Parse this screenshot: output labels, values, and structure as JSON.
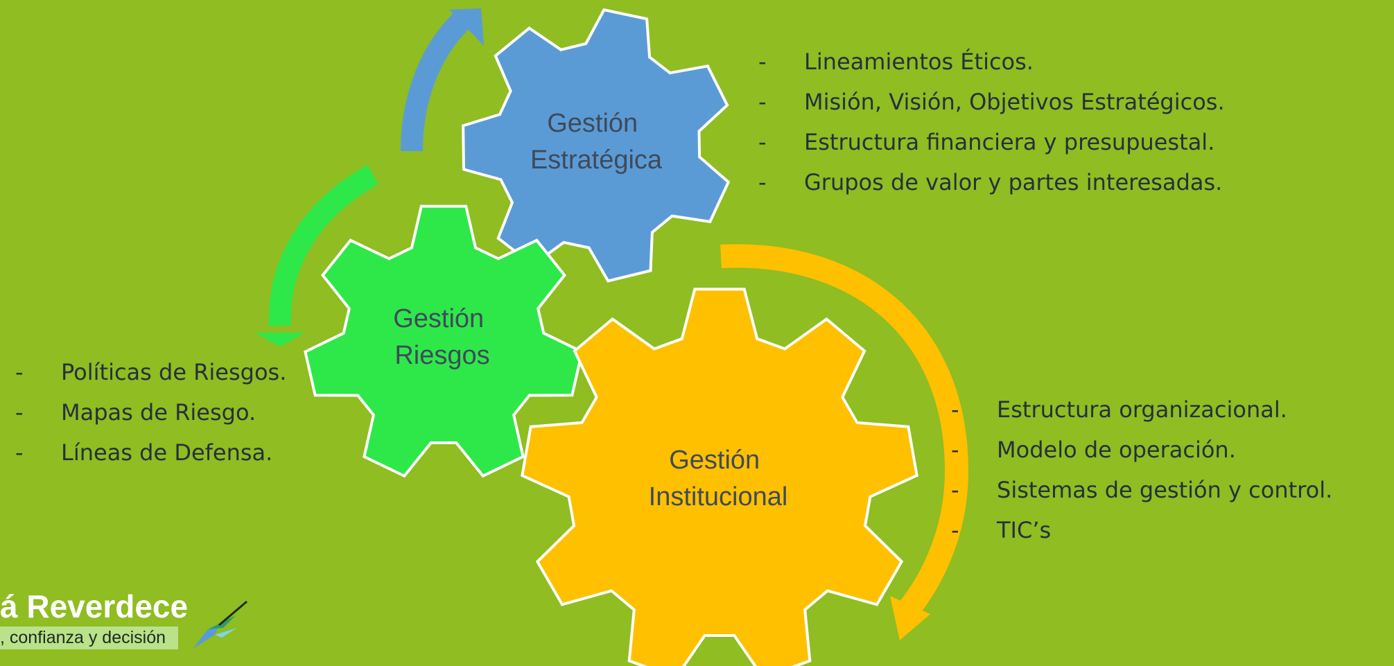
{
  "gears": {
    "strategic": {
      "line1": "Gestión",
      "line2": "Estratégica",
      "color": "#5b9bd5"
    },
    "risks": {
      "line1": "Gestión",
      "line2": "Riesgos",
      "color": "#2ee84a"
    },
    "institutional": {
      "line1": "Gestión",
      "line2": "Institucional",
      "color": "#ffc000"
    }
  },
  "lists": {
    "strategic": [
      "Lineamientos Éticos.",
      "Misión, Visión, Objetivos Estratégicos.",
      "Estructura financiera y presupuestal.",
      "Grupos de valor y partes interesadas."
    ],
    "risks": [
      "Políticas de Riesgos.",
      "Mapas de Riesgo.",
      "Líneas de Defensa."
    ],
    "institutional": [
      "Estructura organizacional.",
      "Modelo de operación.",
      "Sistemas de gestión y control.",
      "TIC’s"
    ],
    "bullet": "-"
  },
  "logo": {
    "title": "á Reverdece",
    "subtitle": ", confianza y decisión"
  },
  "colors": {
    "background": "#8fbd22",
    "arrow_blue": "#5b9bd5",
    "arrow_green": "#2ee84a",
    "arrow_yellow": "#ffc000"
  }
}
